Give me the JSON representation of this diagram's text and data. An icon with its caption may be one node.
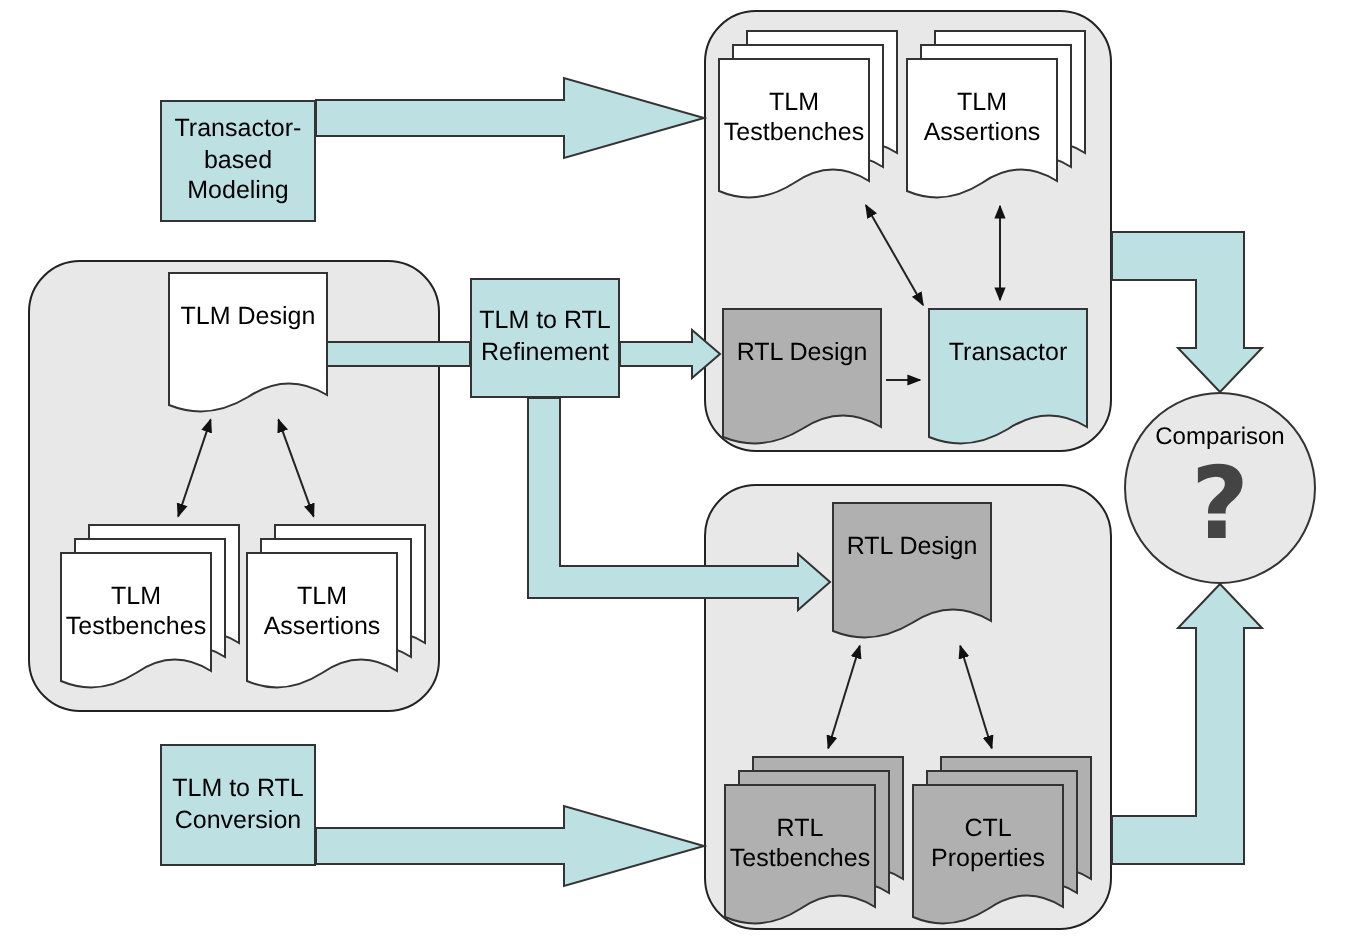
{
  "diagram": {
    "nodes": [
      {
        "text": [],
        "shape": "box"
      },
      {
        "text": [
          "TLM Design"
        ],
        "in": 0
      },
      {
        "text": [
          "TLM Testbenches"
        ],
        "in": 0
      },
      {
        "text": [
          "TLM Assertions"
        ],
        "in": 0
      },
      {
        "text": [
          "Transactor-based Modeling"
        ]
      },
      {
        "text": [
          "TLM to RTL Refinement"
        ]
      },
      {
        "text": [
          "TLM to RTL Conversion"
        ]
      },
      {
        "text": [],
        "shape": "box"
      },
      {
        "text": [
          "TLM Testbenches"
        ],
        "in": 7
      },
      {
        "text": [
          "TLM Assertions"
        ],
        "in": 7
      },
      {
        "text": [
          "RTL Design"
        ],
        "in": 7
      },
      {
        "text": [
          "Transactor"
        ],
        "in": 7
      },
      {
        "text": [],
        "shape": "box"
      },
      {
        "text": [
          "RTL Design"
        ],
        "in": 12
      },
      {
        "text": [
          "RTL Testbenches"
        ],
        "in": 12
      },
      {
        "text": [
          "CTL Properties"
        ],
        "in": 12
      },
      {
        "text": [
          "Comparison",
          "?"
        ]
      }
    ],
    "edges": [
      {
        "from": 4,
        "to": 7,
        "arrow": "to",
        "style": "thick"
      },
      {
        "from": 1,
        "to": 5,
        "arrow": "none",
        "style": "thick"
      },
      {
        "from": 5,
        "to": 10,
        "arrow": "to",
        "style": "thick"
      },
      {
        "from": 5,
        "to": 13,
        "arrow": "to",
        "style": "thick"
      },
      {
        "from": 6,
        "to": 12,
        "arrow": "to",
        "style": "thick"
      },
      {
        "from": 7,
        "to": 16,
        "arrow": "to",
        "style": "thick"
      },
      {
        "from": 12,
        "to": 16,
        "arrow": "to",
        "style": "thick"
      },
      {
        "from": 1,
        "to": 2,
        "arrow": "both"
      },
      {
        "from": 1,
        "to": 3,
        "arrow": "both"
      },
      {
        "from": 8,
        "to": 11,
        "arrow": "both"
      },
      {
        "from": 9,
        "to": 11,
        "arrow": "both"
      },
      {
        "from": 10,
        "to": 11,
        "arrow": "to"
      },
      {
        "from": 13,
        "to": 14,
        "arrow": "both"
      },
      {
        "from": 13,
        "to": 15,
        "arrow": "both"
      }
    ]
  }
}
